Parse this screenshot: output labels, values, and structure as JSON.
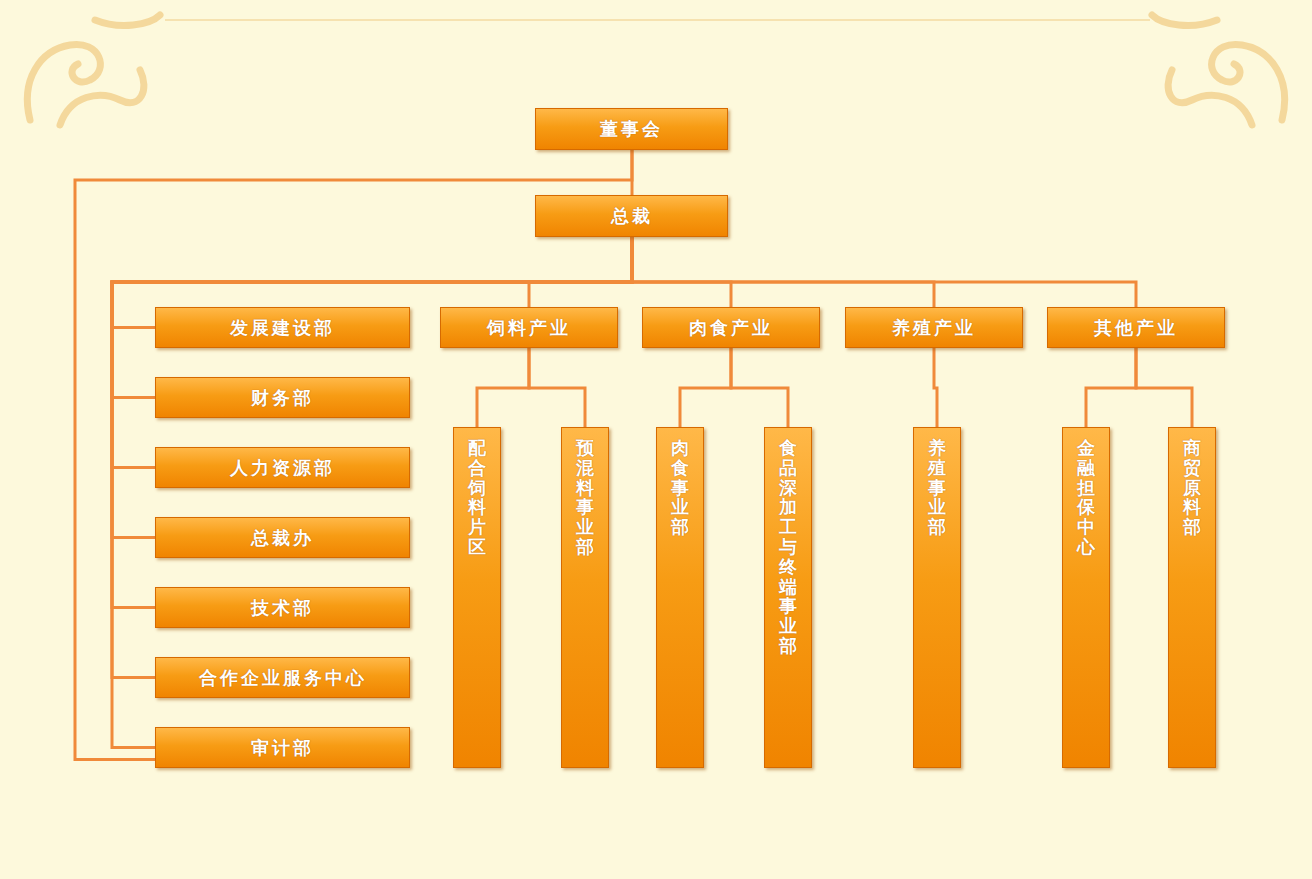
{
  "diagram": {
    "nodes": [
      {
        "text": [
          "董事会"
        ]
      },
      {
        "text": [
          "总裁"
        ]
      },
      {
        "text": [
          "发展建设部"
        ]
      },
      {
        "text": [
          "财务部"
        ]
      },
      {
        "text": [
          "人力资源部"
        ]
      },
      {
        "text": [
          "总裁办"
        ]
      },
      {
        "text": [
          "技术部"
        ]
      },
      {
        "text": [
          "合作企业服务中心"
        ]
      },
      {
        "text": [
          "审计部"
        ]
      },
      {
        "text": [
          "饲料产业"
        ]
      },
      {
        "text": [
          "肉食产业"
        ]
      },
      {
        "text": [
          "养殖产业"
        ]
      },
      {
        "text": [
          "其他产业"
        ]
      },
      {
        "text": [
          "配合饲料片区"
        ]
      },
      {
        "text": [
          "预混料事业部"
        ]
      },
      {
        "text": [
          "肉食事业部"
        ]
      },
      {
        "text": [
          "食品深加工与终端事业部"
        ]
      },
      {
        "text": [
          "养殖事业部"
        ]
      },
      {
        "text": [
          "金融担保中心"
        ]
      },
      {
        "text": [
          "商贸原料部"
        ]
      }
    ],
    "edges": [
      {
        "from": 0,
        "to": 1,
        "arrow": "none"
      },
      {
        "from": 1,
        "to": 2,
        "arrow": "none"
      },
      {
        "from": 1,
        "to": 3,
        "arrow": "none"
      },
      {
        "from": 1,
        "to": 4,
        "arrow": "none"
      },
      {
        "from": 1,
        "to": 5,
        "arrow": "none"
      },
      {
        "from": 1,
        "to": 6,
        "arrow": "none"
      },
      {
        "from": 1,
        "to": 7,
        "arrow": "none"
      },
      {
        "from": 1,
        "to": 8,
        "arrow": "none"
      },
      {
        "from": 0,
        "to": 8,
        "arrow": "none"
      },
      {
        "from": 1,
        "to": 9,
        "arrow": "none"
      },
      {
        "from": 1,
        "to": 10,
        "arrow": "none"
      },
      {
        "from": 1,
        "to": 11,
        "arrow": "none"
      },
      {
        "from": 1,
        "to": 12,
        "arrow": "none"
      },
      {
        "from": 9,
        "to": 13,
        "arrow": "none"
      },
      {
        "from": 9,
        "to": 14,
        "arrow": "none"
      },
      {
        "from": 10,
        "to": 15,
        "arrow": "none"
      },
      {
        "from": 10,
        "to": 16,
        "arrow": "none"
      },
      {
        "from": 11,
        "to": 17,
        "arrow": "none"
      },
      {
        "from": 12,
        "to": 18,
        "arrow": "none"
      },
      {
        "from": 12,
        "to": 19,
        "arrow": "none"
      }
    ]
  }
}
